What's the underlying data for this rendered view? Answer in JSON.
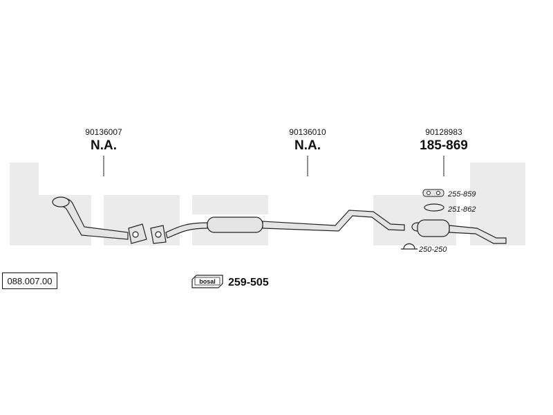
{
  "catalog_number": "088.007.00",
  "parts": [
    {
      "oem": "90136007",
      "bosal": "N.A."
    },
    {
      "oem": "90136010",
      "bosal": "N.A."
    },
    {
      "oem": "90128983",
      "bosal": "185-869"
    }
  ],
  "accessories": [
    {
      "code": "255-859",
      "icon": "rubber-mount-icon"
    },
    {
      "code": "251-862",
      "icon": "ring-mount-icon"
    },
    {
      "code": "250-250",
      "icon": "clamp-icon"
    }
  ],
  "kit": {
    "logo_text": "bosal",
    "code": "259-505"
  },
  "watermark_text": "bosal",
  "colors": {
    "watermark": "#ebebeb",
    "line": "#222222",
    "part_fill": "#e4e4e4"
  }
}
